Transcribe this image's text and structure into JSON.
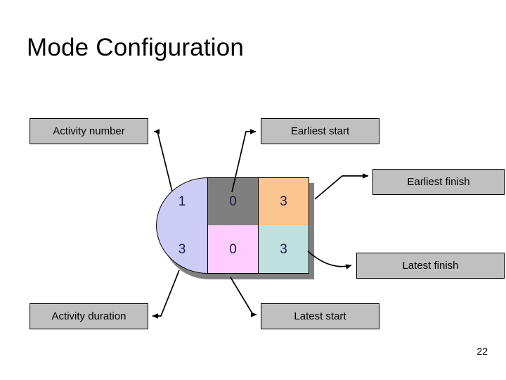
{
  "slide": {
    "title": "Mode Configuration",
    "page_number": "22",
    "background_color": "#ffffff"
  },
  "labels": {
    "activity_number": "Activity number",
    "earliest_start": "Earliest start",
    "earliest_finish": "Earliest finish",
    "latest_finish": "Latest finish",
    "latest_start": "Latest start",
    "activity_duration": "Activity duration"
  },
  "node": {
    "description": "Activity-on-node box with rounded left end, two rows by three columns",
    "cells": {
      "activity_number": "1",
      "earliest_start": "0",
      "earliest_finish": "3",
      "activity_duration": "3",
      "latest_start": "0",
      "latest_finish": "3"
    },
    "colors": {
      "activity_number": "#ccccf5",
      "activity_duration": "#ccccf5",
      "earliest_start": "#7f7f7f",
      "earliest_finish": "#fcc58f",
      "latest_start": "#ffccff",
      "latest_finish": "#c0e0e0",
      "shadow": "#7f7f7f",
      "label_box": "#c0c0c0",
      "border": "#000000",
      "value_text": "#1a1a44"
    }
  },
  "connectors": [
    {
      "name": "activity-number-connector",
      "from": "activity_number_cell",
      "to": "activity_number_label",
      "arrow_direction": "left"
    },
    {
      "name": "earliest-start-connector",
      "from": "earliest_start_cell",
      "to": "earliest_start_label",
      "arrow_direction": "right"
    },
    {
      "name": "earliest-finish-connector",
      "from": "earliest_finish_cell",
      "to": "earliest_finish_label",
      "arrow_direction": "right"
    },
    {
      "name": "latest-finish-connector",
      "from": "latest_finish_cell",
      "to": "latest_finish_label",
      "arrow_direction": "right"
    },
    {
      "name": "latest-start-connector",
      "from": "latest_start_cell",
      "to": "latest_start_label",
      "arrow_direction": "right"
    },
    {
      "name": "activity-duration-connector",
      "from": "activity_duration_cell",
      "to": "activity_duration_label",
      "arrow_direction": "left"
    }
  ]
}
